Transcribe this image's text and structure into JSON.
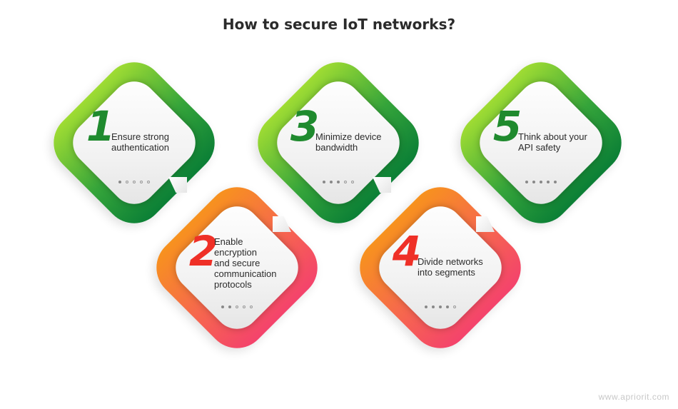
{
  "title": "How to secure IoT networks?",
  "steps": [
    {
      "number": "1",
      "label_lines": [
        "Ensure strong",
        "authentication"
      ],
      "active_dot": 1
    },
    {
      "number": "2",
      "label_lines": [
        "Enable",
        "encryption",
        "and secure",
        "communication",
        "protocols"
      ],
      "active_dot": 2
    },
    {
      "number": "3",
      "label_lines": [
        "Minimize device",
        "bandwidth"
      ],
      "active_dot": 3
    },
    {
      "number": "4",
      "label_lines": [
        "Divide networks",
        "into segments"
      ],
      "active_dot": 4
    },
    {
      "number": "5",
      "label_lines": [
        "Think about your",
        "API safety"
      ],
      "active_dot": 5
    }
  ],
  "watermark": "www.apriorit.com",
  "colors": {
    "green_light": "#9fdc33",
    "green_dark": "#0b7f36",
    "green_number": "#1f8a2e",
    "orange_light": "#f7921e",
    "pink": "#f4436c",
    "red_number": "#ef3027",
    "title_text": "#2b2b2b"
  }
}
